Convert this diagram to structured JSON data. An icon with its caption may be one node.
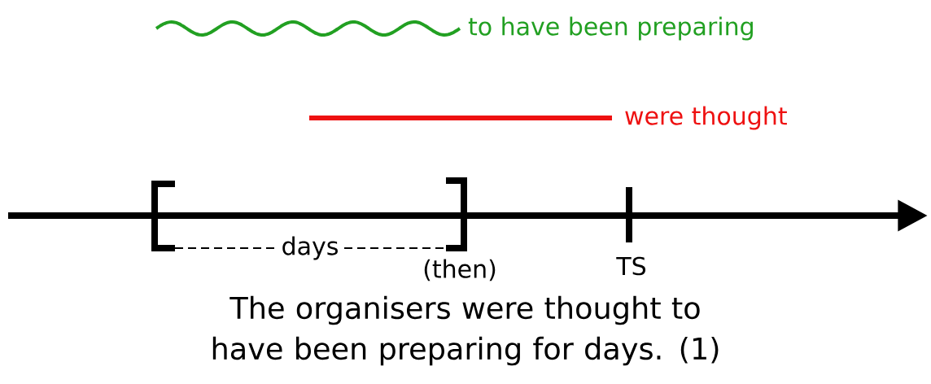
{
  "diagram": {
    "caption": "The organisers were thought to have been preparing for days. (1)",
    "labels": [
      "to have been preparing",
      "were thought",
      "days",
      "(then)",
      "TS"
    ]
  }
}
